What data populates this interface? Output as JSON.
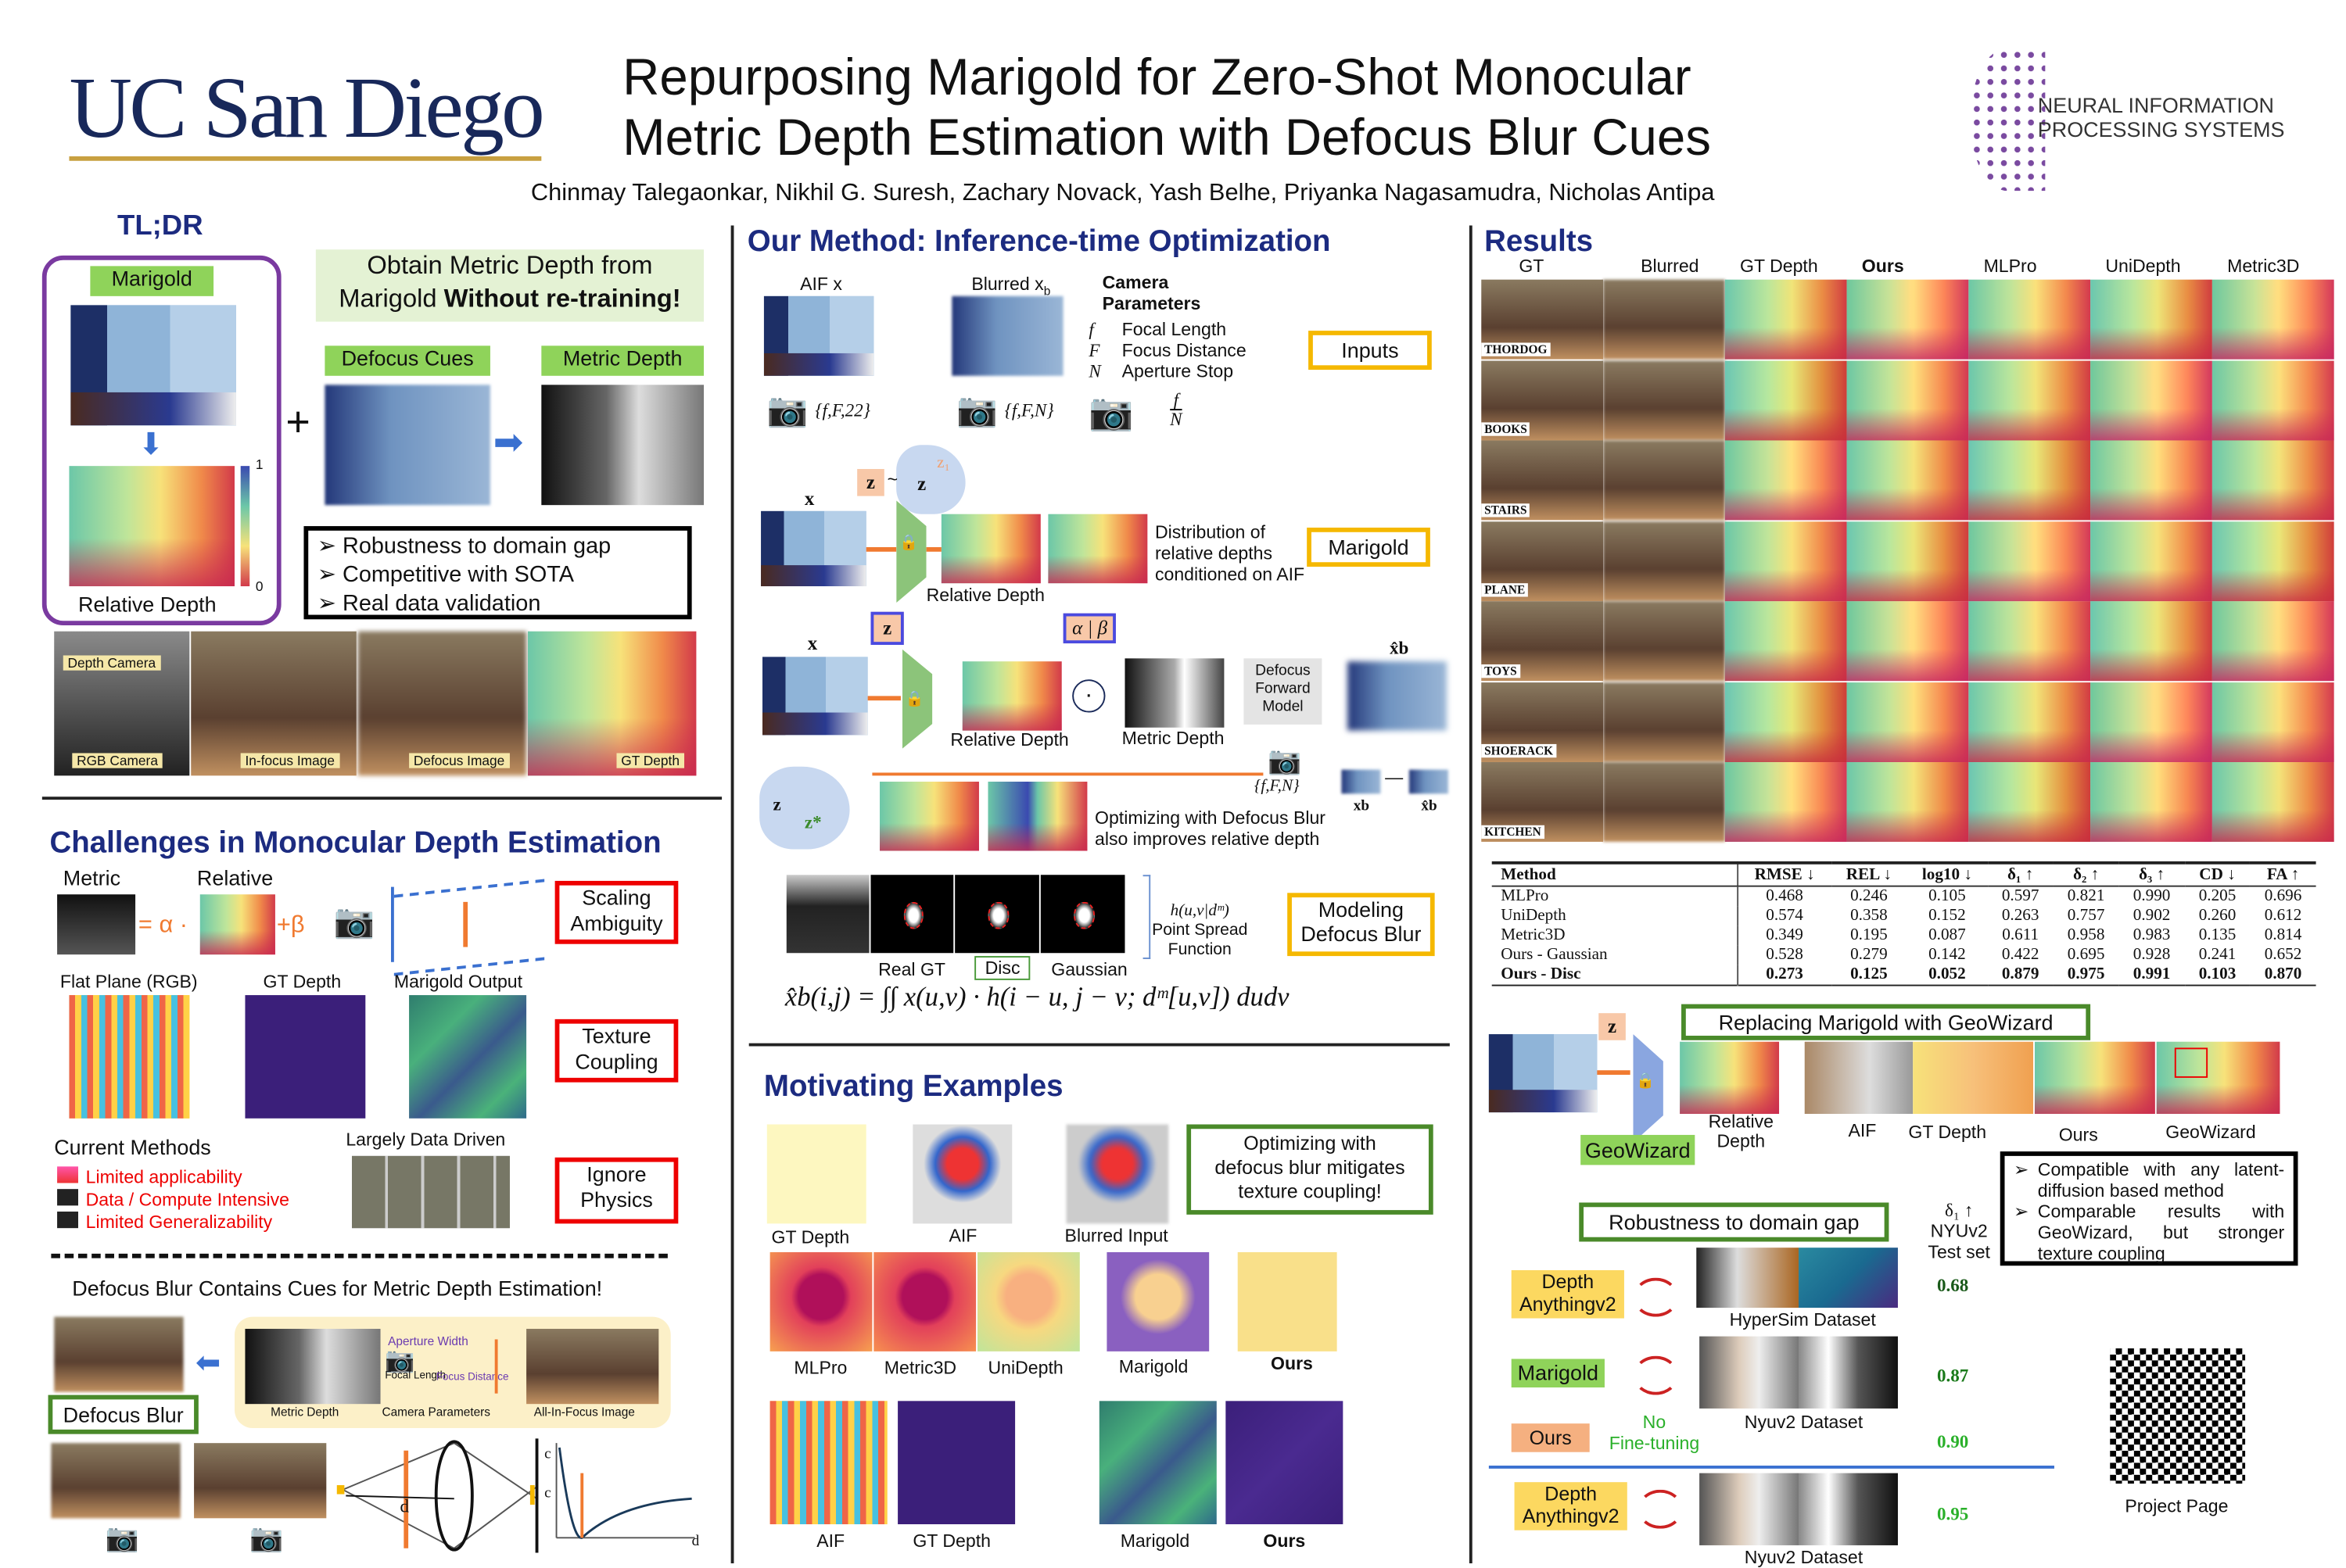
{
  "header": {
    "logo_left": "UC San Diego",
    "title_line1": "Repurposing Marigold for Zero-Shot Monocular",
    "title_line2": "Metric Depth Estimation with Defocus Blur Cues",
    "authors": "Chinmay Talegaonkar, Nikhil G. Suresh, Zachary Novack, Yash Belhe, Priyanka Nagasamudra, Nicholas Antipa",
    "logo_right_line1": "NEURAL INFORMATION",
    "logo_right_line2": "PROCESSING SYSTEMS"
  },
  "tldr": {
    "heading": "TL;DR",
    "marigold": "Marigold",
    "relative_depth": "Relative Depth",
    "cbar_max": "1",
    "cbar_min": "0",
    "obtain_line1": "Obtain Metric Depth from",
    "obtain_line2a": "Marigold ",
    "obtain_line2b": "Without re-training!",
    "plus": "+",
    "defocus_cues": "Defocus Cues",
    "metric_depth": "Metric Depth",
    "bullets": [
      "Robustness to domain gap",
      "Competitive with SOTA",
      "Real data validation"
    ],
    "bullet_mark": "➢",
    "photos": {
      "depth_camera": "Depth Camera",
      "rgb_camera": "RGB Camera",
      "in_focus": "In-focus Image",
      "defocus": "Defocus Image",
      "gt_depth": "GT Depth"
    }
  },
  "challenges": {
    "heading": "Challenges in Monocular Depth Estimation",
    "metric": "Metric",
    "relative": "Relative",
    "equals_alpha": "= α ·",
    "plus_beta": "+β",
    "scaling": "Scaling Ambiguity",
    "flat_plane": "Flat Plane (RGB)",
    "gt_depth": "GT Depth",
    "marigold_output": "Marigold Output",
    "texture": "Texture Coupling",
    "current_methods": "Current Methods",
    "items": [
      "Limited applicability",
      "Data / Compute Intensive",
      "Limited Generalizability"
    ],
    "largely": "Largely Data Driven",
    "ignore": "Ignore Physics",
    "defocus_heading": "Defocus Blur Contains Cues for Metric Depth Estimation!",
    "defocus_blur": "Defocus Blur",
    "metric_depth": "Metric Depth",
    "camera_parameters": "Camera Parameters",
    "aif": "All-In-Focus Image",
    "aperture": "Aperture Width",
    "focal": "Focal Length",
    "focus": "Focus Distance",
    "d": "d",
    "c": "c"
  },
  "method": {
    "heading": "Our Method: Inference-time Optimization",
    "aif": "AIF x",
    "blurred": "Blurred x",
    "b": "b",
    "camera_params": "Camera Parameters",
    "params": [
      {
        "sym": "f",
        "label": "Focal Length"
      },
      {
        "sym": "F",
        "label": "Focus Distance"
      },
      {
        "sym": "N",
        "label": "Aperture Stop"
      }
    ],
    "cam1": "{f,F,22}",
    "cam2": "{f,F,N}",
    "f": "f",
    "N": "N",
    "inputs": "Inputs",
    "x": "x",
    "z": "z",
    "tilde": "~",
    "z1": "z₁",
    "relative_depth": "Relative Depth",
    "distribution": [
      "Distribution of",
      "relative depths",
      "conditioned on AIF"
    ],
    "marigold": "Marigold",
    "alpha": "α",
    "beta": "β",
    "metric_depth": "Metric Depth",
    "dfm": [
      "Defocus",
      "Forward",
      "Model"
    ],
    "xb_hat": "x̂b",
    "xb": "xb",
    "cam3": "{f,F,N}",
    "zstar": "z*",
    "optimizing": [
      "Optimizing with Defocus Blur",
      "also improves relative depth"
    ],
    "psf_labels": [
      "Real GT",
      "Disc",
      "Gaussian"
    ],
    "psf_formula": "h(u,v|dᵐ)",
    "psf_text": [
      "Point Spread",
      "Function"
    ],
    "modeling": [
      "Modeling",
      "Defocus Blur"
    ],
    "equation": "x̂b(i,j) = ∫∫ x(u,v) · h(i − u, j − v; dᵐ[u,v]) dudv"
  },
  "motivating": {
    "heading": "Motivating Examples",
    "gt_depth": "GT Depth",
    "aif": "AIF",
    "blurred": "Blurred Input",
    "callout": [
      "Optimizing with",
      "defocus blur mitigates",
      "texture coupling!"
    ],
    "row2": [
      "MLPro",
      "Metric3D",
      "UniDepth",
      "Marigold",
      "Ours"
    ],
    "row3": [
      "AIF",
      "GT Depth",
      "Marigold",
      "Ours"
    ]
  },
  "results": {
    "heading": "Results",
    "columns": [
      "GT",
      "Blurred",
      "GT Depth",
      "Ours",
      "MLPro",
      "UniDepth",
      "Metric3D"
    ],
    "rows": [
      "THORDOG",
      "BOOKS",
      "STAIRS",
      "PLANE",
      "TOYS",
      "SHOERACK",
      "KITCHEN"
    ],
    "table": {
      "headers": [
        "Method",
        "RMSE ↓",
        "REL ↓",
        "log10 ↓",
        "δ₁ ↑",
        "δ₂ ↑",
        "δ₃ ↑",
        "CD ↓",
        "FA ↑"
      ],
      "rows": [
        [
          "MLPro",
          "0.468",
          "0.246",
          "0.105",
          "0.597",
          "0.821",
          "0.990",
          "0.205",
          "0.696"
        ],
        [
          "UniDepth",
          "0.574",
          "0.358",
          "0.152",
          "0.263",
          "0.757",
          "0.902",
          "0.260",
          "0.612"
        ],
        [
          "Metric3D",
          "0.349",
          "0.195",
          "0.087",
          "0.611",
          "0.958",
          "0.983",
          "0.135",
          "0.814"
        ],
        [
          "Ours - Gaussian",
          "0.528",
          "0.279",
          "0.142",
          "0.422",
          "0.695",
          "0.928",
          "0.241",
          "0.652"
        ],
        [
          "Ours - Disc",
          "0.273",
          "0.125",
          "0.052",
          "0.879",
          "0.975",
          "0.991",
          "0.103",
          "0.870"
        ]
      ]
    },
    "geowizard": {
      "title": "Replacing Marigold with GeoWizard",
      "z": "z",
      "label": "GeoWizard",
      "relative_depth": [
        "Relative",
        "Depth"
      ],
      "cols": [
        "AIF",
        "GT Depth",
        "Ours",
        "GeoWizard"
      ],
      "bullets": [
        "Compatible with any latent-diffusion based method",
        "Comparable results with GeoWizard, but stronger texture coupling"
      ]
    },
    "robustness": {
      "title": "Robustness to domain gap",
      "metric_header": [
        "δ₁ ↑",
        "NYUv2",
        "Test set"
      ],
      "rows": [
        {
          "model": "Depth Anythingv2",
          "dataset": "HyperSim Dataset",
          "value": "0.68"
        },
        {
          "model": "Marigold",
          "dataset": "Nyuv2 Dataset",
          "value": "0.87"
        },
        {
          "model": "Ours",
          "dataset": "",
          "value": "0.90"
        },
        {
          "model": "Depth Anythingv2",
          "dataset": "Nyuv2 Dataset",
          "value": "0.95"
        }
      ],
      "no_ft": [
        "No",
        "Fine-tuning"
      ]
    },
    "qr_label": "Project Page"
  }
}
